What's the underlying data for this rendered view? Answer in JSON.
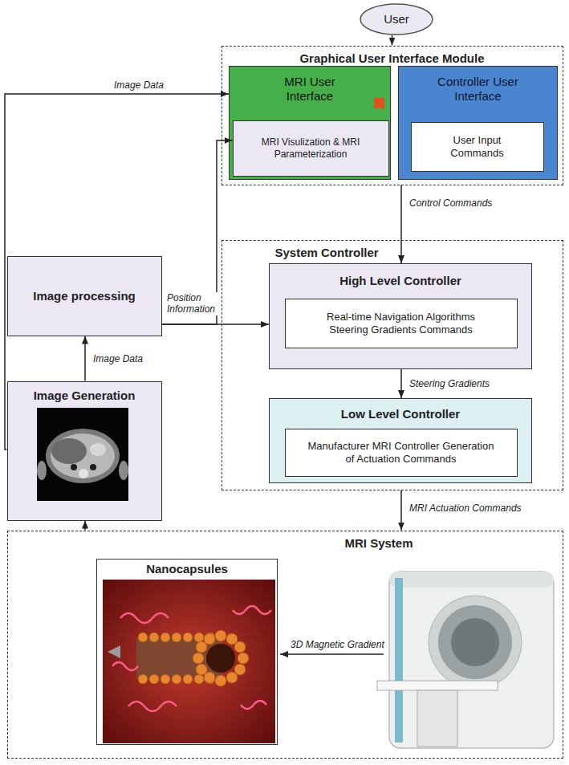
{
  "diagram": {
    "nodes": [
      {
        "text": [
          "User"
        ]
      },
      {
        "text": [
          "Graphical User Interface Module"
        ]
      },
      {
        "text": [
          "MRI User Interface"
        ],
        "in": 1
      },
      {
        "text": [
          "MRI Visulization & MRI Parameterization"
        ],
        "in": 2
      },
      {
        "text": [
          "Controller User Interface"
        ],
        "in": 1
      },
      {
        "text": [
          "User Input Commands"
        ],
        "in": 4
      },
      {
        "text": [
          "System Controller"
        ]
      },
      {
        "text": [
          "High Level Controller"
        ],
        "in": 6
      },
      {
        "text": [
          "Real-time Navigation Algorithms Steering Gradients Commands"
        ],
        "in": 7
      },
      {
        "text": [
          "Low Level Controller"
        ],
        "in": 6
      },
      {
        "text": [
          "Manufacturer MRI Controller Generation of Actuation Commands"
        ],
        "in": 9
      },
      {
        "text": [
          "Image processing"
        ]
      },
      {
        "text": [
          "Image Generation"
        ]
      },
      {
        "text": [
          "MRI System"
        ]
      },
      {
        "text": [
          "Nanocapsules"
        ],
        "in": 13
      }
    ],
    "edges": [
      {
        "from": 0,
        "to": 1,
        "arrow": "to"
      },
      {
        "from": 12,
        "to": 2,
        "label": "Image Data",
        "arrow": "to"
      },
      {
        "from": 1,
        "to": 7,
        "label": "Control Commands",
        "arrow": "to"
      },
      {
        "from": 11,
        "to": 7,
        "label": "Position Information",
        "arrow": "to"
      },
      {
        "from": 11,
        "to": 3,
        "arrow": "to"
      },
      {
        "from": 12,
        "to": 11,
        "label": "Image Data",
        "arrow": "to"
      },
      {
        "from": 7,
        "to": 9,
        "label": "Steering Gradients",
        "arrow": "to"
      },
      {
        "from": 6,
        "to": 13,
        "label": "MRI Actuation Commands",
        "arrow": "to"
      },
      {
        "from": 13,
        "to": 12,
        "arrow": "to"
      }
    ],
    "labels": [
      "3D Magnetic Gradient"
    ]
  }
}
